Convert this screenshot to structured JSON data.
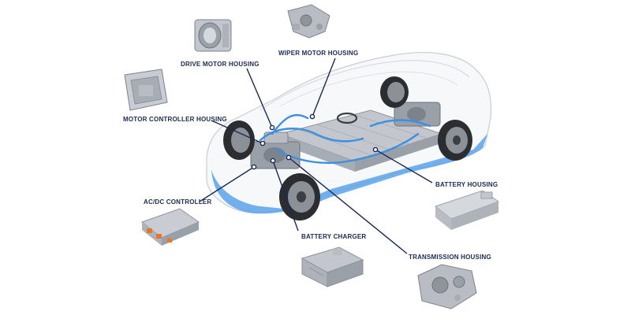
{
  "colors": {
    "label": "#1b2a55",
    "leader_line": "#1b2a55",
    "coolant": "#3d8fe0",
    "car_body": "#ffffff",
    "car_outline": "#c9ccd2",
    "chassis": "#9aa0a8",
    "battery_tray": "#c3c7cd",
    "tire": "#2b2d31",
    "part_metal": "#b9bdc3"
  },
  "callouts": [
    {
      "id": "wiper-motor-housing",
      "label": "WIPER MOTOR HOUSING",
      "component_icon": "wiper-motor-housing-part"
    },
    {
      "id": "drive-motor-housing",
      "label": "DRIVE MOTOR HOUSING",
      "component_icon": "drive-motor-housing-part"
    },
    {
      "id": "motor-controller-housing",
      "label": "MOTOR CONTROLLER HOUSING",
      "component_icon": "motor-controller-housing-part"
    },
    {
      "id": "ac-dc-controller",
      "label": "AC/DC CONTROLLER",
      "component_icon": "ac-dc-controller-part"
    },
    {
      "id": "battery-charger",
      "label": "BATTERY CHARGER",
      "component_icon": "battery-charger-part"
    },
    {
      "id": "transmission-housing",
      "label": "TRANSMISSION HOUSING",
      "component_icon": "transmission-housing-part"
    },
    {
      "id": "battery-housing",
      "label": "BATTERY HOUSING",
      "component_icon": "battery-housing-part"
    }
  ]
}
